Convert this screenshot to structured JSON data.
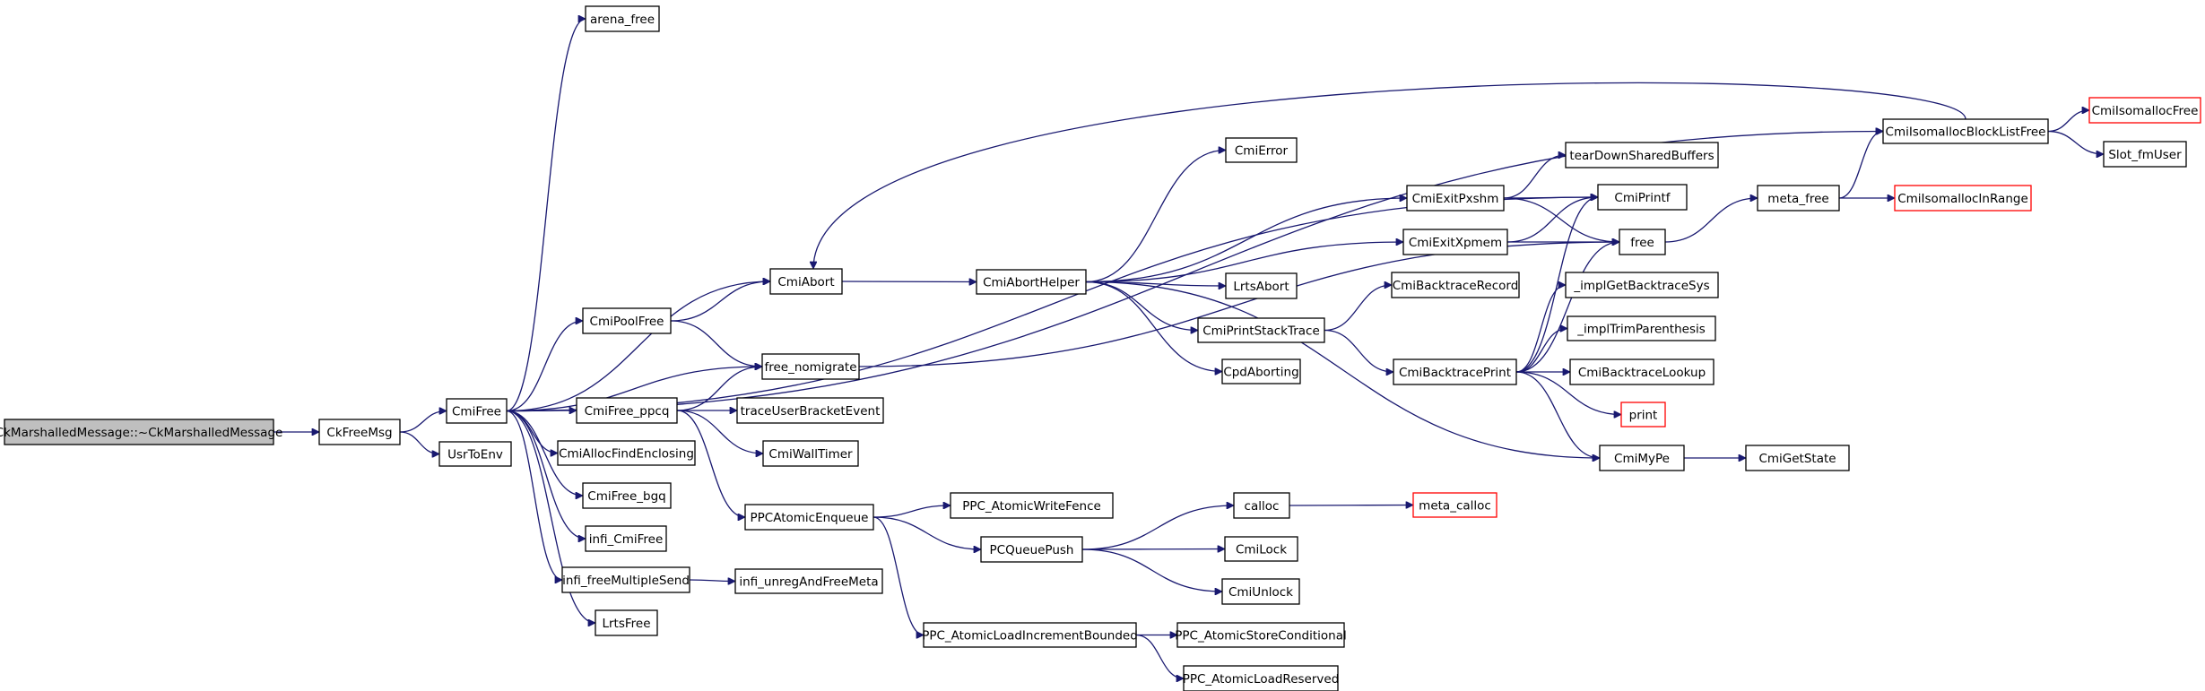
{
  "graph": {
    "edge_color": "#191970",
    "root_fill": "#bfbfbf",
    "truncated_border_color": "#ff0000",
    "nodes": [
      {
        "id": "root",
        "label": "CkMarshalledMessage::~CkMarshalledMessage",
        "style": "root"
      },
      {
        "id": "ckfreemsg",
        "label": "CkFreeMsg"
      },
      {
        "id": "cmifree",
        "label": "CmiFree"
      },
      {
        "id": "usrtoenv",
        "label": "UsrToEnv"
      },
      {
        "id": "arena_free",
        "label": "arena_free"
      },
      {
        "id": "cmipoolfree",
        "label": "CmiPoolFree"
      },
      {
        "id": "cmifree_ppcq",
        "label": "CmiFree_ppcq"
      },
      {
        "id": "cmiallocfindenclosing",
        "label": "CmiAllocFindEnclosing"
      },
      {
        "id": "cmifree_bgq",
        "label": "CmiFree_bgq"
      },
      {
        "id": "infi_cmifree",
        "label": "infi_CmiFree"
      },
      {
        "id": "infi_freemultiplesend",
        "label": "infi_freeMultipleSend"
      },
      {
        "id": "lrtsfree",
        "label": "LrtsFree"
      },
      {
        "id": "cmiabort",
        "label": "CmiAbort"
      },
      {
        "id": "free_nomigrate",
        "label": "free_nomigrate"
      },
      {
        "id": "traceuserbracketevent",
        "label": "traceUserBracketEvent"
      },
      {
        "id": "cmiwalltimer",
        "label": "CmiWallTimer"
      },
      {
        "id": "ppcatomicenqueue",
        "label": "PPCAtomicEnqueue"
      },
      {
        "id": "infi_unregandfreemeta",
        "label": "infi_unregAndFreeMeta"
      },
      {
        "id": "cmiaborthelper",
        "label": "CmiAbortHelper"
      },
      {
        "id": "ppc_atomicwritefence",
        "label": "PPC_AtomicWriteFence"
      },
      {
        "id": "pcqueuepush",
        "label": "PCQueuePush"
      },
      {
        "id": "ppc_atomicloadincrementbounded",
        "label": "PPC_AtomicLoadIncrementBounded"
      },
      {
        "id": "cmierror",
        "label": "CmiError"
      },
      {
        "id": "lrtsabort",
        "label": "LrtsAbort"
      },
      {
        "id": "cmiprintstacktrace",
        "label": "CmiPrintStackTrace"
      },
      {
        "id": "cpdaborting",
        "label": "CpdAborting"
      },
      {
        "id": "calloc",
        "label": "calloc"
      },
      {
        "id": "cmilock",
        "label": "CmiLock"
      },
      {
        "id": "cmiunlock",
        "label": "CmiUnlock"
      },
      {
        "id": "ppc_atomicstoreconditional",
        "label": "PPC_AtomicStoreConditional"
      },
      {
        "id": "ppc_atomicloadreserved",
        "label": "PPC_AtomicLoadReserved"
      },
      {
        "id": "cmiexitpxshm",
        "label": "CmiExitPxshm"
      },
      {
        "id": "cmiexitxpmem",
        "label": "CmiExitXpmem"
      },
      {
        "id": "cmibacktracerecord",
        "label": "CmiBacktraceRecord"
      },
      {
        "id": "cmibacktraceprint",
        "label": "CmiBacktracePrint"
      },
      {
        "id": "meta_calloc",
        "label": "meta_calloc",
        "style": "trunc"
      },
      {
        "id": "teardownsharedbuffers",
        "label": "tearDownSharedBuffers"
      },
      {
        "id": "cmiprintf",
        "label": "CmiPrintf"
      },
      {
        "id": "free",
        "label": "free"
      },
      {
        "id": "_implgetbacktracesys",
        "label": "_implGetBacktraceSys"
      },
      {
        "id": "_impltrimparenthesis",
        "label": "_implTrimParenthesis"
      },
      {
        "id": "cmibacktracelookup",
        "label": "CmiBacktraceLookup"
      },
      {
        "id": "print",
        "label": "print",
        "style": "trunc"
      },
      {
        "id": "cmimype",
        "label": "CmiMyPe"
      },
      {
        "id": "meta_free",
        "label": "meta_free"
      },
      {
        "id": "cmigetstate",
        "label": "CmiGetState"
      },
      {
        "id": "cmiisomallocblocklistfree",
        "label": "CmiIsomallocBlockListFree"
      },
      {
        "id": "cmiisomallocfree",
        "label": "CmiIsomallocFree",
        "style": "trunc"
      },
      {
        "id": "slot_fmuser",
        "label": "Slot_fmUser"
      },
      {
        "id": "cmiisomallocinrange",
        "label": "CmiIsomallocInRange",
        "style": "trunc"
      }
    ],
    "edges": [
      [
        "root",
        "ckfreemsg"
      ],
      [
        "ckfreemsg",
        "cmifree"
      ],
      [
        "ckfreemsg",
        "usrtoenv"
      ],
      [
        "cmifree",
        "arena_free"
      ],
      [
        "cmifree",
        "cmiprintf"
      ],
      [
        "cmifree",
        "cmiisomallocblocklistfree"
      ],
      [
        "cmifree",
        "cmiabort"
      ],
      [
        "cmifree",
        "cmipoolfree"
      ],
      [
        "cmifree",
        "free_nomigrate"
      ],
      [
        "cmifree",
        "cmifree_ppcq"
      ],
      [
        "cmifree",
        "cmiallocfindenclosing"
      ],
      [
        "cmifree",
        "cmifree_bgq"
      ],
      [
        "cmifree",
        "infi_cmifree"
      ],
      [
        "cmifree",
        "infi_freemultiplesend"
      ],
      [
        "cmifree",
        "lrtsfree"
      ],
      [
        "cmipoolfree",
        "cmiabort"
      ],
      [
        "cmipoolfree",
        "free_nomigrate"
      ],
      [
        "cmifree_ppcq",
        "free_nomigrate"
      ],
      [
        "cmifree_ppcq",
        "traceuserbracketevent"
      ],
      [
        "cmifree_ppcq",
        "cmiwalltimer"
      ],
      [
        "cmifree_ppcq",
        "ppcatomicenqueue"
      ],
      [
        "infi_freemultiplesend",
        "infi_unregandfreemeta"
      ],
      [
        "cmiisomallocblocklistfree",
        "cmiabort"
      ],
      [
        "cmiisomallocblocklistfree",
        "cmiisomallocfree"
      ],
      [
        "cmiisomallocblocklistfree",
        "slot_fmuser"
      ],
      [
        "cmiabort",
        "cmiaborthelper"
      ],
      [
        "free_nomigrate",
        "free"
      ],
      [
        "ppcatomicenqueue",
        "ppc_atomicwritefence"
      ],
      [
        "ppcatomicenqueue",
        "pcqueuepush"
      ],
      [
        "ppcatomicenqueue",
        "ppc_atomicloadincrementbounded"
      ],
      [
        "cmiaborthelper",
        "cmierror"
      ],
      [
        "cmiaborthelper",
        "cmiexitpxshm"
      ],
      [
        "cmiaborthelper",
        "cmiexitxpmem"
      ],
      [
        "cmiaborthelper",
        "lrtsabort"
      ],
      [
        "cmiaborthelper",
        "cmiprintstacktrace"
      ],
      [
        "cmiaborthelper",
        "cpdaborting"
      ],
      [
        "cmiaborthelper",
        "cmimype"
      ],
      [
        "pcqueuepush",
        "calloc"
      ],
      [
        "pcqueuepush",
        "cmilock"
      ],
      [
        "pcqueuepush",
        "cmiunlock"
      ],
      [
        "ppc_atomicloadincrementbounded",
        "ppc_atomicstoreconditional"
      ],
      [
        "ppc_atomicloadincrementbounded",
        "ppc_atomicloadreserved"
      ],
      [
        "calloc",
        "meta_calloc"
      ],
      [
        "cmiexitpxshm",
        "teardownsharedbuffers"
      ],
      [
        "cmiexitpxshm",
        "cmiprintf"
      ],
      [
        "cmiexitpxshm",
        "free"
      ],
      [
        "cmiexitxpmem",
        "cmiprintf"
      ],
      [
        "cmiexitxpmem",
        "free"
      ],
      [
        "cmiprintstacktrace",
        "cmibacktracerecord"
      ],
      [
        "cmiprintstacktrace",
        "cmibacktraceprint"
      ],
      [
        "cmibacktraceprint",
        "cmiprintf"
      ],
      [
        "cmibacktraceprint",
        "free"
      ],
      [
        "cmibacktraceprint",
        "_implgetbacktracesys"
      ],
      [
        "cmibacktraceprint",
        "_impltrimparenthesis"
      ],
      [
        "cmibacktraceprint",
        "cmibacktracelookup"
      ],
      [
        "cmibacktraceprint",
        "print"
      ],
      [
        "cmibacktraceprint",
        "cmimype"
      ],
      [
        "free",
        "meta_free"
      ],
      [
        "meta_free",
        "cmiisomallocblocklistfree"
      ],
      [
        "meta_free",
        "cmiisomallocinrange"
      ],
      [
        "cmimype",
        "cmigetstate"
      ]
    ]
  }
}
